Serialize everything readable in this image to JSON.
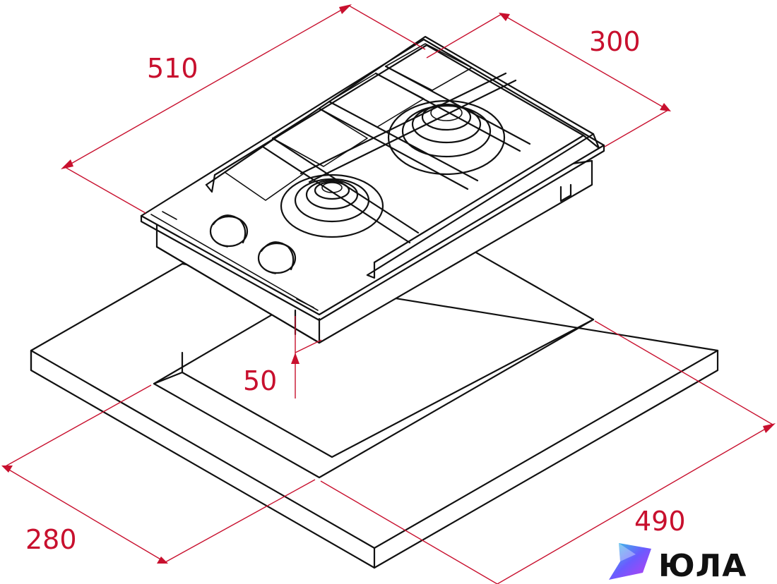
{
  "dimensions": {
    "width_top": "510",
    "depth_top": "300",
    "height": "50",
    "cutout_depth": "280",
    "cutout_width": "490"
  },
  "watermark": {
    "brand": "ЮЛА",
    "logo_icon": "yula-logo-icon"
  },
  "colors": {
    "dimension": "#c8102e",
    "line": "#111111",
    "background": "#ffffff"
  }
}
